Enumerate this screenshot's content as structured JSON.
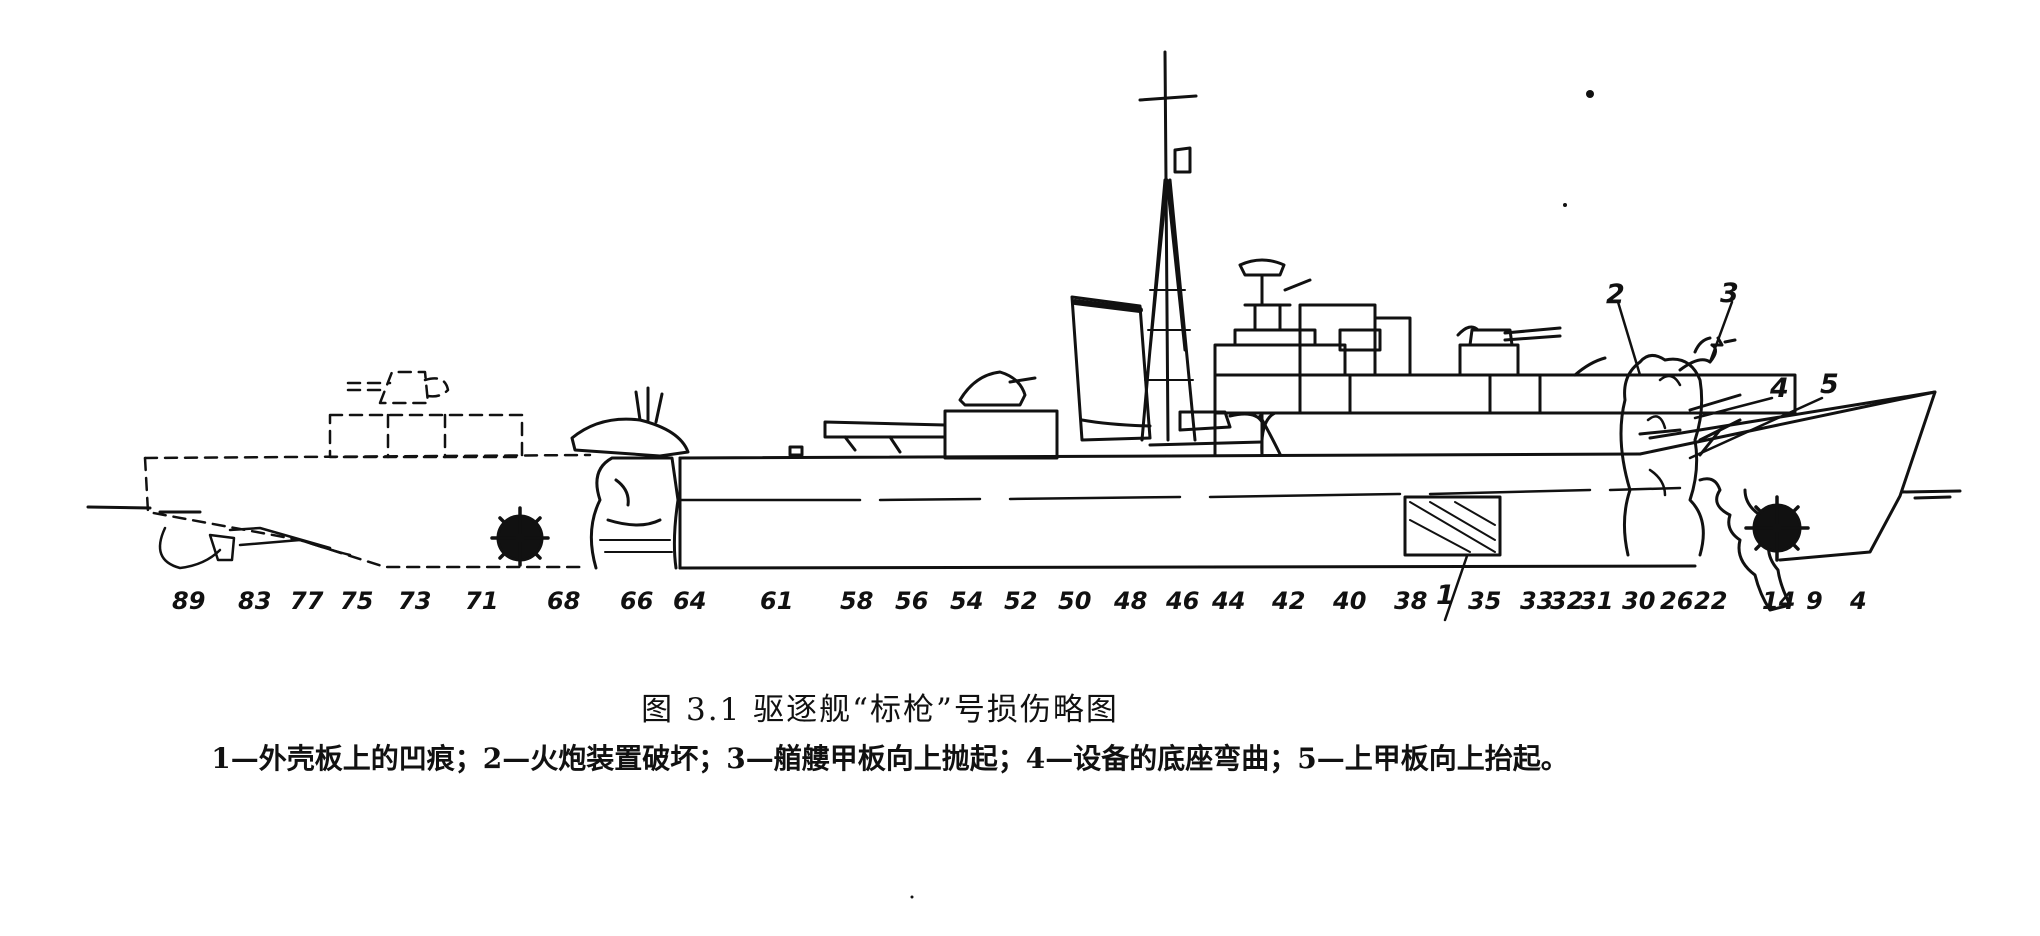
{
  "figure": {
    "caption_title": "图 3.1   驱逐舰“标枪”号损伤略图",
    "caption_legend": "1—外壳板上的凹痕；2—火炮装置破坏；3—艏艛甲板向上抛起；4—设备的底座弯曲；5—上甲板向上抬起。",
    "frame_numbers": [
      "89",
      "83",
      "77",
      "75",
      "73",
      "71",
      "68",
      "66",
      "64",
      "61",
      "58",
      "56",
      "54",
      "52",
      "50",
      "48",
      "46",
      "44",
      "42",
      "40",
      "38",
      "35",
      "33",
      "32",
      "31",
      "30",
      "26",
      "22",
      "14",
      "9",
      "4"
    ],
    "callouts": [
      "1",
      "2",
      "3",
      "4",
      "5"
    ]
  }
}
